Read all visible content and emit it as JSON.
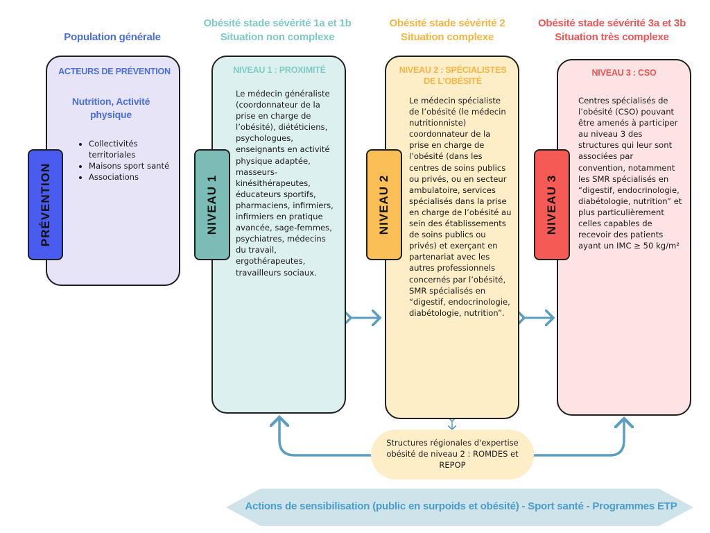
{
  "headers": {
    "population": "Population générale",
    "niveau1": [
      "Obésité stade sévérité 1a et 1b",
      "Situation non complexe"
    ],
    "niveau2": [
      "Obésité stade sévérité 2",
      "Situation complexe"
    ],
    "niveau3": [
      "Obésité stade sévérité 3a et 3b",
      "Situation très complexe"
    ]
  },
  "prevention": {
    "tab": "PRÉVENTION",
    "title": "ACTEURS DE PRÉVENTION",
    "subtitle": "Nutrition, Activité physique",
    "items": [
      "Collectivités territoriales",
      "Maisons sport santé",
      "Associations"
    ]
  },
  "niveau1": {
    "tab": "NIVEAU 1",
    "title": "NIVEAU 1 : PROXIMITÉ",
    "text": "Le médecin généraliste (coordonnateur de la prise en charge de l’obésité), diététiciens, psychologues, enseignants en activité physique adaptée, masseurs-kinésithérapeutes, éducateurs sportifs, pharmaciens, infirmiers, infirmiers en pratique avancée, sage-femmes, psychiatres, médecins du travail, ergothérapeutes, travailleurs sociaux."
  },
  "niveau2": {
    "tab": "NIVEAU 2",
    "title": [
      "NIVEAU 2 : SPÉCIALISTES",
      "DE L’OBÉSITÉ"
    ],
    "text": "Le médecin spécialiste de l’obésité (le médecin nutritionniste) coordonnateur de la prise en charge de l’obésité (dans les centres de soins publics ou privés, ou en secteur ambulatoire, services spécialisés dans la prise en charge de l’obésité au sein des établissements de soins publics ou privés) et exerçant en partenariat avec les autres professionnels concernés par l’obésité, SMR spécialisés en “digestif, endocrinologie, diabétologie, nutrition”."
  },
  "niveau3": {
    "tab": "NIVEAU 3",
    "title": "NIVEAU 3 : CSO",
    "text": "Centres spécialisés de l’obésité (CSO) pouvant être amenés à participer au niveau 3 des structures qui leur sont associées par convention, notamment les SMR spécialisés en “digestif, endocrinologie, diabétologie, nutrition” et plus particulièrement celles capables de recevoir des patients ayant un IMC ≥ 50 kg/m²"
  },
  "regional": {
    "text": "Structures régionales d'expertise obésité de niveau 2 : ROMDES et REPOP"
  },
  "banner": {
    "text": "Actions de sensibilisation (public en surpoids et obésité) - Sport santé - Programmes ETP"
  },
  "colors": {
    "blue_text": "#4a6fd8",
    "teal_text": "#7fcac5",
    "orange_text": "#f5b545",
    "red_text": "#ee5656",
    "prevention_box": "#e7e4f8",
    "niveau1_box": "#dcf0ef",
    "niveau2_box": "#fdeec7",
    "niveau3_box": "#fde3e3",
    "prevention_tab": "#4a5cf0",
    "niveau1_tab": "#7bbdb6",
    "niveau2_tab": "#fbbf57",
    "niveau3_tab": "#f55a55",
    "arrow": "#5b9ec2",
    "banner": "#cfe3ea"
  }
}
